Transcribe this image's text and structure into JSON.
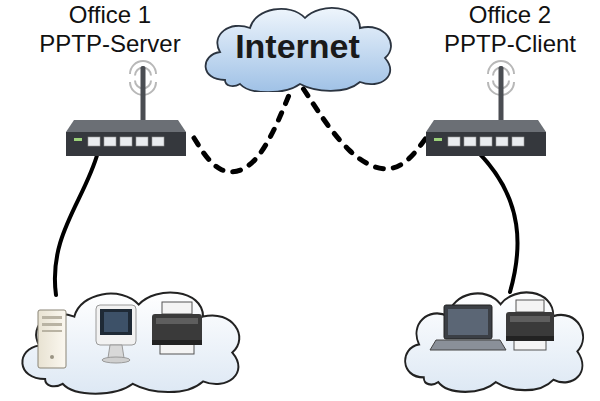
{
  "diagram": {
    "nodes": [
      {
        "text": [
          "Office 1",
          "PPTP-Server"
        ]
      },
      {
        "text": [
          "Internet"
        ]
      },
      {
        "text": [
          "Office 2",
          "PPTP-Client"
        ]
      }
    ],
    "edges": [
      {
        "from": 0,
        "to": 1,
        "arrow": "none"
      },
      {
        "from": 1,
        "to": 2,
        "arrow": "none"
      }
    ]
  }
}
